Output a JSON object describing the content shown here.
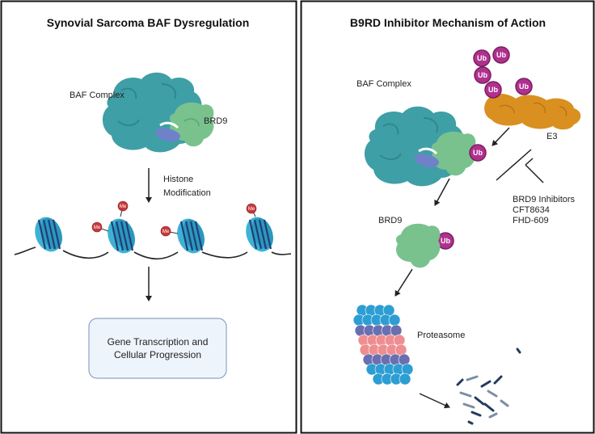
{
  "left_panel": {
    "title": "Synovial Sarcoma BAF Dysregulation",
    "baf_label": "BAF Complex",
    "brd9_label": "BRD9",
    "histone_line1": "Histone",
    "histone_line2": "Modification",
    "me_label": "Me",
    "box_line1": "Gene Transcription and",
    "box_line2": "Cellular Progression"
  },
  "right_panel": {
    "title": "B9RD Inhibitor Mechanism of Action",
    "baf_label": "BAF Complex",
    "e3_label": "E3",
    "ub_label": "Ub",
    "brd9_label": "BRD9",
    "inhibitors": [
      "BRD9 Inhibitors",
      "CFT8634",
      "FHD-609"
    ],
    "proteasome_label": "Proteasome"
  },
  "colors": {
    "baf": "#3f9fa6",
    "brd9": "#79c28e",
    "blue_subunit": "#6f82c9",
    "ub": "#b0308e",
    "e3": "#d99020",
    "nucleosome": "#3fb2d4",
    "me": "#c4383a",
    "box_fill": "#eef4fb",
    "box_border": "#8ea4c2",
    "proteasome_blue": "#2c9ed3",
    "proteasome_purple": "#6a6fb0",
    "proteasome_pink": "#ee8e90"
  },
  "icons": [
    "arrow-icon",
    "methyl-mark-icon",
    "ubiquitin-icon",
    "peptide-fragment-icon"
  ]
}
